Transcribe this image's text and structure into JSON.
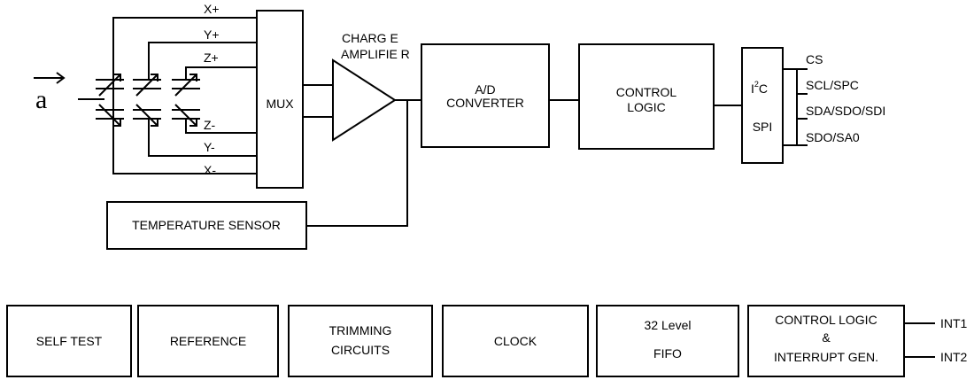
{
  "input_symbol": "a",
  "sensor_outputs": {
    "x_plus": "X+",
    "y_plus": "Y+",
    "z_plus": "Z+",
    "z_minus": "Z-",
    "y_minus": "Y-",
    "x_minus": "X-"
  },
  "mux": "MUX",
  "charge_amplifier": {
    "line1": "CHARG E",
    "line2": "AMPLIFIE R"
  },
  "adc": {
    "line1": "A/D",
    "line2": "CONVERTER"
  },
  "control_logic": {
    "line1": "CONTROL",
    "line2": "LOGIC"
  },
  "interface": {
    "i2c_i": "I",
    "i2c_sup": "2",
    "i2c_c": "C",
    "spi": "SPI"
  },
  "pins": [
    "CS",
    "SCL/SPC",
    "SDA/SDO/SDI",
    "SDO/SA0"
  ],
  "temperature_sensor": "TEMPERATURE SENSOR",
  "bottom_blocks": {
    "self_test": "SELF TEST",
    "reference": "REFERENCE",
    "trimming": {
      "line1": "TRIMMING",
      "line2": "CIRCUITS"
    },
    "clock": "CLOCK",
    "fifo": {
      "line1": "32 Level",
      "line2": "FIFO"
    },
    "interrupt": {
      "line1": "CONTROL LOGIC",
      "line2": "&",
      "line3": "INTERRUPT GEN."
    }
  },
  "interrupt_outputs": [
    "INT1",
    "INT2"
  ]
}
